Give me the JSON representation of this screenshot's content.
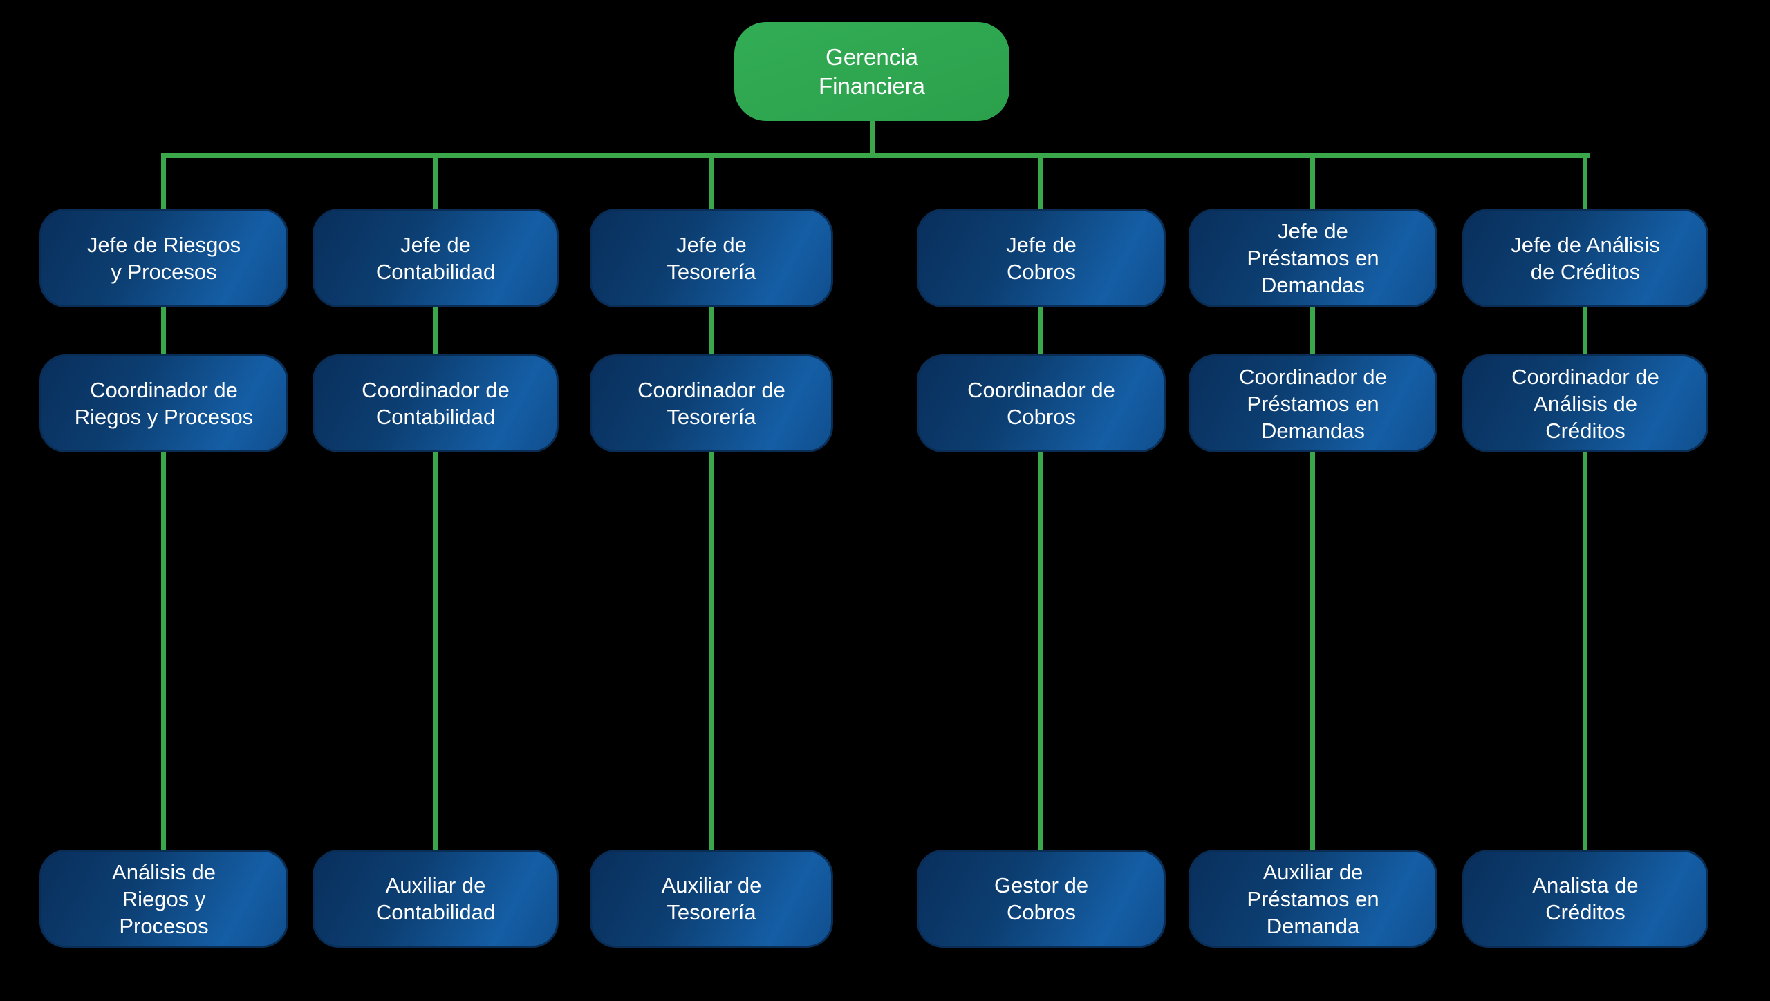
{
  "org_chart": {
    "type": "organization-chart",
    "root": {
      "label": "Gerencia\nFinanciera"
    },
    "columns": [
      {
        "manager": "Jefe de Riesgos\ny Procesos",
        "coordinator": "Coordinador de\nRiegos y Procesos",
        "staff": "Análisis de\nRiegos y\nProcesos"
      },
      {
        "manager": "Jefe de\nContabilidad",
        "coordinator": "Coordinador de\nContabilidad",
        "staff": "Auxiliar de\nContabilidad"
      },
      {
        "manager": "Jefe de\nTesorería",
        "coordinator": "Coordinador de\nTesorería",
        "staff": "Auxiliar de\nTesorería"
      },
      {
        "manager": "Jefe de\nCobros",
        "coordinator": "Coordinador de\nCobros",
        "staff": "Gestor de\nCobros"
      },
      {
        "manager": "Jefe de\nPréstamos en\nDemandas",
        "coordinator": "Coordinador de\nPréstamos en\nDemandas",
        "staff": "Auxiliar de\nPréstamos en\nDemanda"
      },
      {
        "manager": "Jefe de Análisis\nde Créditos",
        "coordinator": "Coordinador de\nAnálisis de\nCréditos",
        "staff": "Analista de\nCréditos"
      }
    ]
  },
  "colors": {
    "background": "#000000",
    "root_fill": "#2fa851",
    "connector_green": "#3aa74b",
    "node_fill_dark": "#092f5c",
    "node_fill_light": "#155fa6",
    "node_border": "#0a2d55",
    "text": "#ffffff"
  }
}
